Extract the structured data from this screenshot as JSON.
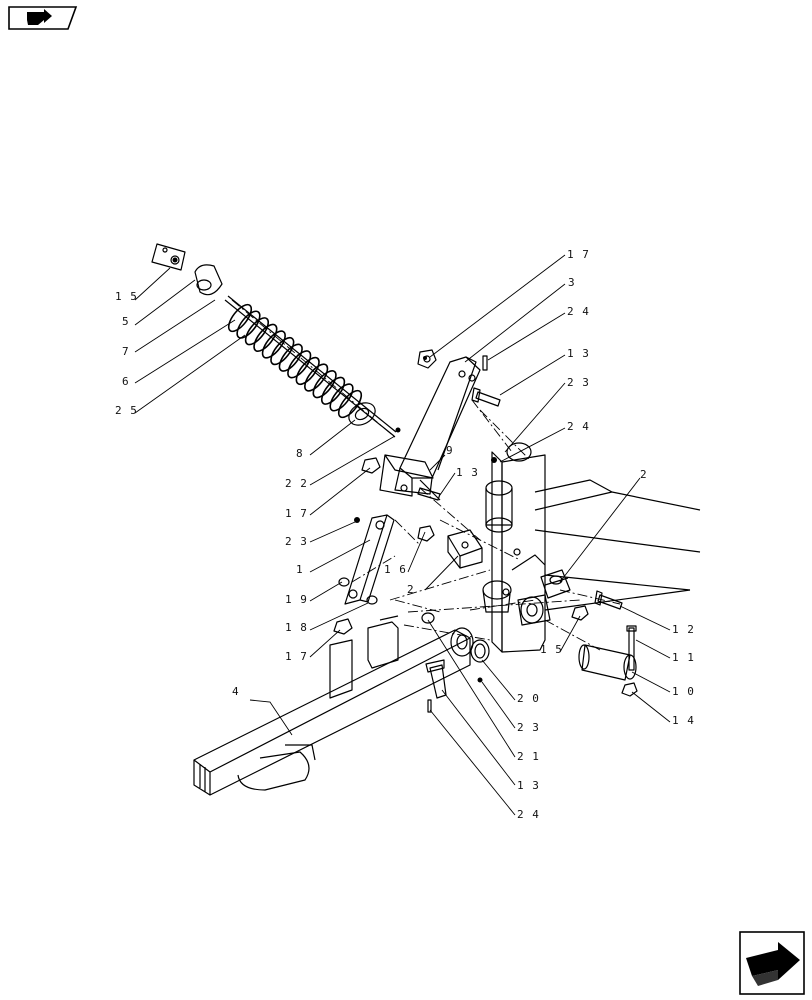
{
  "diagram": {
    "callouts": [
      {
        "id": "c-15a",
        "text": "1 5"
      },
      {
        "id": "c-5",
        "text": "5"
      },
      {
        "id": "c-7",
        "text": "7"
      },
      {
        "id": "c-6",
        "text": "6"
      },
      {
        "id": "c-25",
        "text": "2 5"
      },
      {
        "id": "c-8",
        "text": "8"
      },
      {
        "id": "c-22",
        "text": "2 2"
      },
      {
        "id": "c-17a",
        "text": "1 7"
      },
      {
        "id": "c-23a",
        "text": "2 3"
      },
      {
        "id": "c-1",
        "text": "1"
      },
      {
        "id": "c-19",
        "text": "1 9"
      },
      {
        "id": "c-18",
        "text": "1 8"
      },
      {
        "id": "c-17b",
        "text": "1 7"
      },
      {
        "id": "c-4",
        "text": "4"
      },
      {
        "id": "c-17c",
        "text": "1 7"
      },
      {
        "id": "c-3",
        "text": "3"
      },
      {
        "id": "c-24a",
        "text": "2 4"
      },
      {
        "id": "c-13a",
        "text": "1 3"
      },
      {
        "id": "c-23b",
        "text": "2 3"
      },
      {
        "id": "c-24b",
        "text": "2 4"
      },
      {
        "id": "c-9",
        "text": "9"
      },
      {
        "id": "c-13b",
        "text": "1 3"
      },
      {
        "id": "c-16",
        "text": "1 6"
      },
      {
        "id": "c-2a",
        "text": "2"
      },
      {
        "id": "c-2b",
        "text": "2"
      },
      {
        "id": "c-12",
        "text": "1 2"
      },
      {
        "id": "c-11",
        "text": "1 1"
      },
      {
        "id": "c-10",
        "text": "1 0"
      },
      {
        "id": "c-14",
        "text": "1 4"
      },
      {
        "id": "c-15b",
        "text": "1 5"
      },
      {
        "id": "c-20",
        "text": "2 0"
      },
      {
        "id": "c-23c",
        "text": "2 3"
      },
      {
        "id": "c-21",
        "text": "2 1"
      },
      {
        "id": "c-13c",
        "text": "1 3"
      },
      {
        "id": "c-24c",
        "text": "2 4"
      }
    ]
  },
  "nav": {
    "back_icon": "arrow-back-icon",
    "next_icon": "arrow-next-icon"
  }
}
